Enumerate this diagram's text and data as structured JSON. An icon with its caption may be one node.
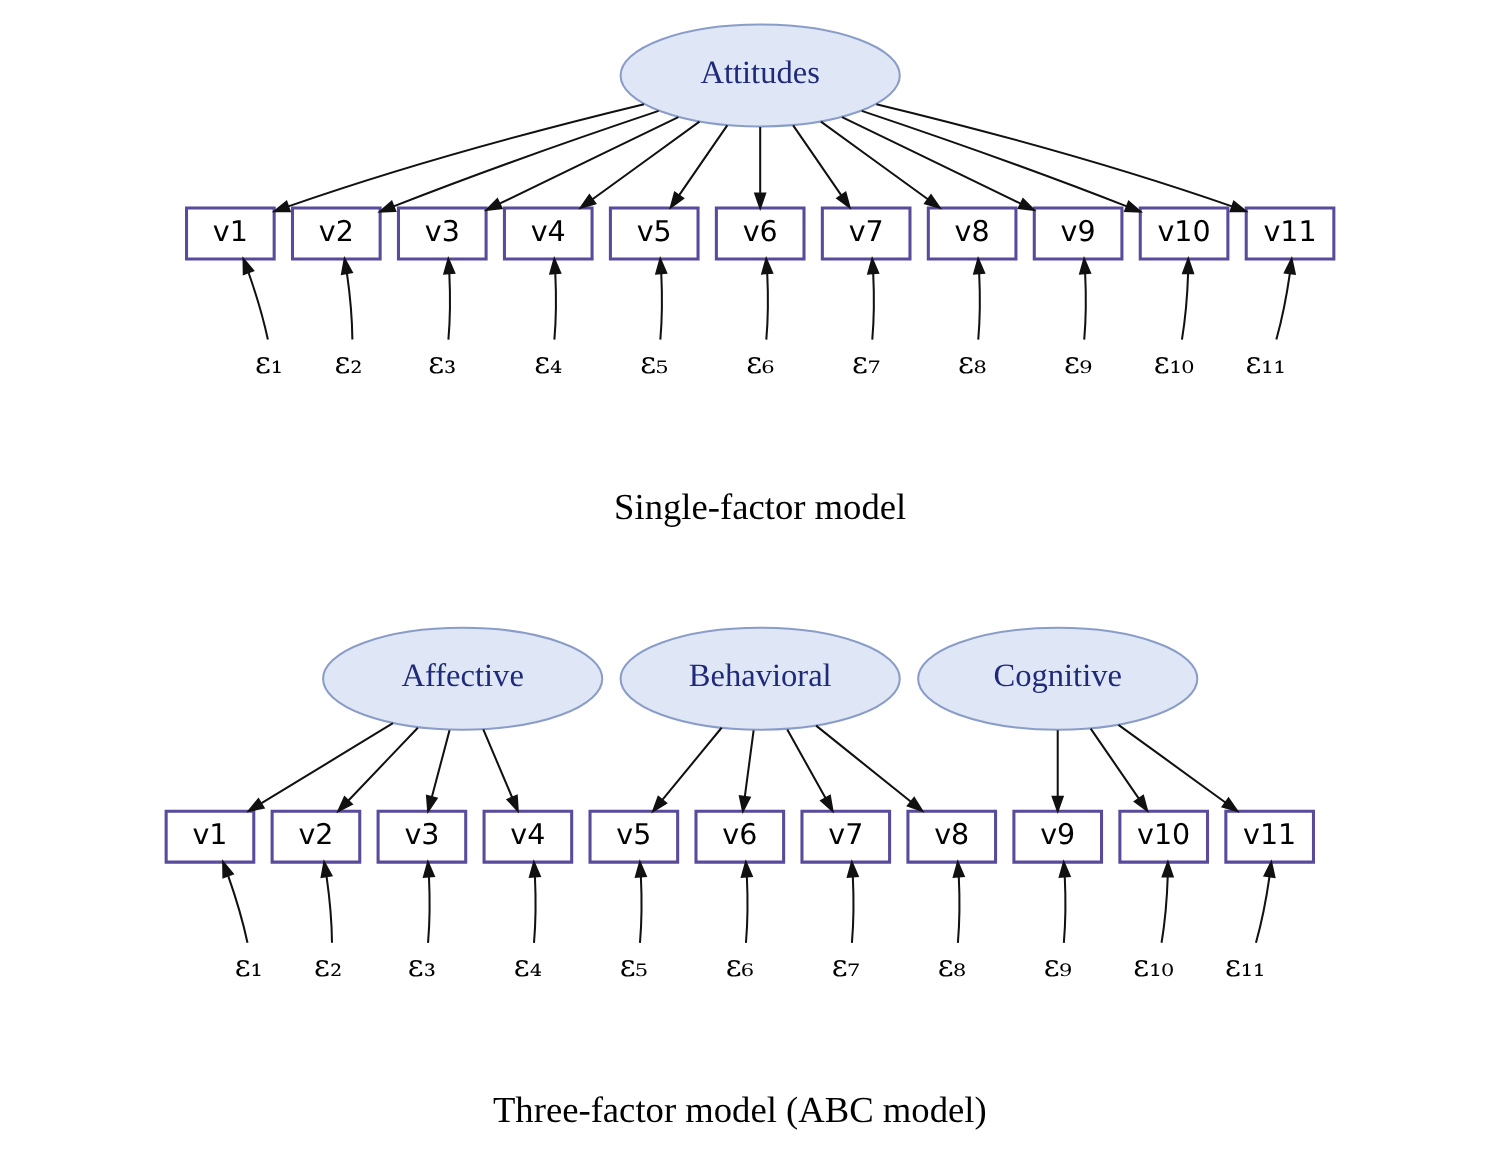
{
  "diagram": {
    "nodes": [
      {
        "text": [
          "Attitudes"
        ]
      },
      {
        "text": [
          "v1"
        ]
      },
      {
        "text": [
          "v2"
        ]
      },
      {
        "text": [
          "v3"
        ]
      },
      {
        "text": [
          "v4"
        ]
      },
      {
        "text": [
          "v5"
        ]
      },
      {
        "text": [
          "v6"
        ]
      },
      {
        "text": [
          "v7"
        ]
      },
      {
        "text": [
          "v8"
        ]
      },
      {
        "text": [
          "v9"
        ]
      },
      {
        "text": [
          "v10"
        ]
      },
      {
        "text": [
          "v11"
        ]
      },
      {
        "text": [
          "ε₁"
        ]
      },
      {
        "text": [
          "ε₂"
        ]
      },
      {
        "text": [
          "ε₃"
        ]
      },
      {
        "text": [
          "ε₄"
        ]
      },
      {
        "text": [
          "ε₅"
        ]
      },
      {
        "text": [
          "ε₆"
        ]
      },
      {
        "text": [
          "ε₇"
        ]
      },
      {
        "text": [
          "ε₈"
        ]
      },
      {
        "text": [
          "ε₉"
        ]
      },
      {
        "text": [
          "ε₁₀"
        ]
      },
      {
        "text": [
          "ε₁₁"
        ]
      },
      {
        "text": [
          "Affective"
        ]
      },
      {
        "text": [
          "Behavioral"
        ]
      },
      {
        "text": [
          "Cognitive"
        ]
      },
      {
        "text": [
          "v1"
        ]
      },
      {
        "text": [
          "v2"
        ]
      },
      {
        "text": [
          "v3"
        ]
      },
      {
        "text": [
          "v4"
        ]
      },
      {
        "text": [
          "v5"
        ]
      },
      {
        "text": [
          "v6"
        ]
      },
      {
        "text": [
          "v7"
        ]
      },
      {
        "text": [
          "v8"
        ]
      },
      {
        "text": [
          "v9"
        ]
      },
      {
        "text": [
          "v10"
        ]
      },
      {
        "text": [
          "v11"
        ]
      },
      {
        "text": [
          "ε₁"
        ]
      },
      {
        "text": [
          "ε₂"
        ]
      },
      {
        "text": [
          "ε₃"
        ]
      },
      {
        "text": [
          "ε₄"
        ]
      },
      {
        "text": [
          "ε₅"
        ]
      },
      {
        "text": [
          "ε₆"
        ]
      },
      {
        "text": [
          "ε₇"
        ]
      },
      {
        "text": [
          "ε₈"
        ]
      },
      {
        "text": [
          "ε₉"
        ]
      },
      {
        "text": [
          "ε₁₀"
        ]
      },
      {
        "text": [
          "ε₁₁"
        ]
      }
    ],
    "edges": [
      {
        "from": 0,
        "to": 1,
        "arrow": "to"
      },
      {
        "from": 0,
        "to": 2,
        "arrow": "to"
      },
      {
        "from": 0,
        "to": 3,
        "arrow": "to"
      },
      {
        "from": 0,
        "to": 4,
        "arrow": "to"
      },
      {
        "from": 0,
        "to": 5,
        "arrow": "to"
      },
      {
        "from": 0,
        "to": 6,
        "arrow": "to"
      },
      {
        "from": 0,
        "to": 7,
        "arrow": "to"
      },
      {
        "from": 0,
        "to": 8,
        "arrow": "to"
      },
      {
        "from": 0,
        "to": 9,
        "arrow": "to"
      },
      {
        "from": 0,
        "to": 10,
        "arrow": "to"
      },
      {
        "from": 0,
        "to": 11,
        "arrow": "to"
      },
      {
        "from": 12,
        "to": 1,
        "arrow": "to"
      },
      {
        "from": 13,
        "to": 2,
        "arrow": "to"
      },
      {
        "from": 14,
        "to": 3,
        "arrow": "to"
      },
      {
        "from": 15,
        "to": 4,
        "arrow": "to"
      },
      {
        "from": 16,
        "to": 5,
        "arrow": "to"
      },
      {
        "from": 17,
        "to": 6,
        "arrow": "to"
      },
      {
        "from": 18,
        "to": 7,
        "arrow": "to"
      },
      {
        "from": 19,
        "to": 8,
        "arrow": "to"
      },
      {
        "from": 20,
        "to": 9,
        "arrow": "to"
      },
      {
        "from": 21,
        "to": 10,
        "arrow": "to"
      },
      {
        "from": 22,
        "to": 11,
        "arrow": "to"
      },
      {
        "from": 23,
        "to": 26,
        "arrow": "to"
      },
      {
        "from": 23,
        "to": 27,
        "arrow": "to"
      },
      {
        "from": 23,
        "to": 28,
        "arrow": "to"
      },
      {
        "from": 23,
        "to": 29,
        "arrow": "to"
      },
      {
        "from": 24,
        "to": 30,
        "arrow": "to"
      },
      {
        "from": 24,
        "to": 31,
        "arrow": "to"
      },
      {
        "from": 24,
        "to": 32,
        "arrow": "to"
      },
      {
        "from": 24,
        "to": 33,
        "arrow": "to"
      },
      {
        "from": 25,
        "to": 34,
        "arrow": "to"
      },
      {
        "from": 25,
        "to": 35,
        "arrow": "to"
      },
      {
        "from": 25,
        "to": 36,
        "arrow": "to"
      },
      {
        "from": 37,
        "to": 26,
        "arrow": "to"
      },
      {
        "from": 38,
        "to": 27,
        "arrow": "to"
      },
      {
        "from": 39,
        "to": 28,
        "arrow": "to"
      },
      {
        "from": 40,
        "to": 29,
        "arrow": "to"
      },
      {
        "from": 41,
        "to": 30,
        "arrow": "to"
      },
      {
        "from": 42,
        "to": 31,
        "arrow": "to"
      },
      {
        "from": 43,
        "to": 32,
        "arrow": "to"
      },
      {
        "from": 44,
        "to": 33,
        "arrow": "to"
      },
      {
        "from": 45,
        "to": 34,
        "arrow": "to"
      },
      {
        "from": 46,
        "to": 35,
        "arrow": "to"
      },
      {
        "from": 47,
        "to": 36,
        "arrow": "to"
      }
    ],
    "labels": [
      "Single-factor model",
      "Three-factor model (ABC model)"
    ]
  }
}
